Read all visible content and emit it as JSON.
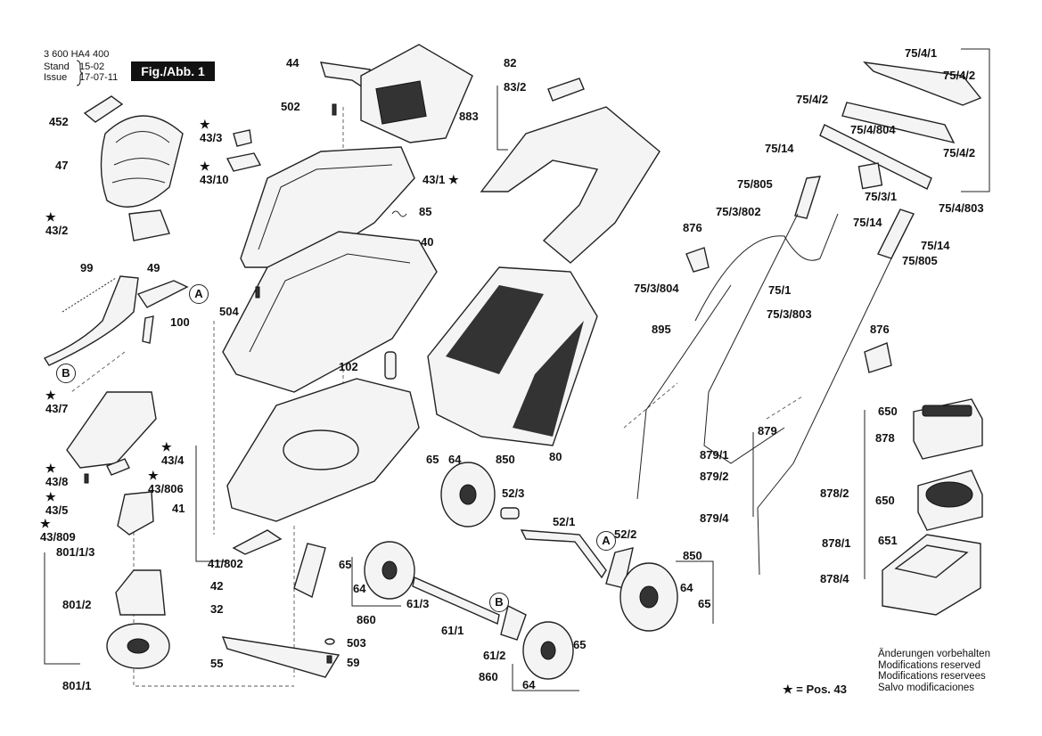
{
  "header": {
    "doc_number": "3 600 HA4 400",
    "stand_label": "Stand",
    "issue_label": "Issue",
    "stand_value": "15-02",
    "issue_value": "17-07-11",
    "figure_label": "Fig./Abb. 1"
  },
  "labels": {
    "l44": "44",
    "l82": "82",
    "l502": "502",
    "l83_2": "83/2",
    "l883": "883",
    "l452": "452",
    "l43_3": "43/3",
    "l47": "47",
    "l43_10": "43/10",
    "l43_1": "43/1",
    "l85": "85",
    "l43_2": "43/2",
    "l40": "40",
    "l99": "99",
    "l49": "49",
    "lA1": "A",
    "l504": "504",
    "l100": "100",
    "lB1": "B",
    "l102": "102",
    "l43_7": "43/7",
    "l43_4": "43/4",
    "l43_8": "43/8",
    "l43_806": "43/806",
    "l43_5": "43/5",
    "l41": "41",
    "l43_809": "43/809",
    "l801_1_3": "801/1/3",
    "l41_802": "41/802",
    "l801_2": "801/2",
    "l42": "42",
    "l32": "32",
    "l860a": "860",
    "l503": "503",
    "l55": "55",
    "l59": "59",
    "l801_1": "801/1",
    "l65a": "65",
    "l64a": "64",
    "l850a": "850",
    "l80": "80",
    "l52_3": "52/3",
    "l52_1": "52/1",
    "l65b": "65",
    "l64b": "64",
    "l61_3": "61/3",
    "lB2": "B",
    "lA2": "A",
    "l52_2": "52/2",
    "l61_1": "61/1",
    "l61_2": "61/2",
    "l65c": "65",
    "l860b": "860",
    "l64c": "64",
    "l850b": "850",
    "l64d": "64",
    "l65d": "65",
    "l75_4_1": "75/4/1",
    "l75_4_2a": "75/4/2",
    "l75_4_2b": "75/4/2",
    "l75_4_804": "75/4/804",
    "l75_4_2c": "75/4/2",
    "l75_14a": "75/14",
    "l75_805a": "75/805",
    "l75_3_1": "75/3/1",
    "l75_4_803": "75/4/803",
    "l75_3_802": "75/3/802",
    "l75_14b": "75/14",
    "l876a": "876",
    "l75_14c": "75/14",
    "l75_805b": "75/805",
    "l75_3_804": "75/3/804",
    "l75_1": "75/1",
    "l75_3_803": "75/3/803",
    "l895": "895",
    "l876b": "876",
    "l650a": "650",
    "l879": "879",
    "l878": "878",
    "l879_1": "879/1",
    "l879_2": "879/2",
    "l879_4": "879/4",
    "l878_2": "878/2",
    "l650b": "650",
    "l878_1": "878/1",
    "l651": "651",
    "l878_4": "878/4"
  },
  "legend": {
    "star_note": "★ = Pos. 43"
  },
  "notes": [
    "Änderungen vorbehalten",
    "Modifications reserved",
    "Modifications reservees",
    "Salvo modificaciones"
  ]
}
